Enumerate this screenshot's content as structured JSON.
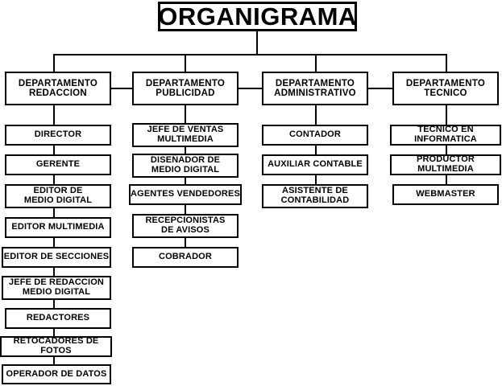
{
  "title": {
    "label": "ORGANIGRAMA"
  },
  "departments": [
    {
      "label": "DEPARTAMENTO\nREDACCION"
    },
    {
      "label": "DEPARTAMENTO\nPUBLICIDAD"
    },
    {
      "label": "DEPARTAMENTO\nADMINISTRATIVO"
    },
    {
      "label": "DEPARTAMENTO\nTECNICO"
    }
  ],
  "columns": [
    {
      "department": "DEPARTAMENTO REDACCION",
      "roles": [
        {
          "label": "DIRECTOR"
        },
        {
          "label": "GERENTE"
        },
        {
          "label": "EDITOR DE\nMEDIO DIGITAL"
        },
        {
          "label": "EDITOR MULTIMEDIA"
        },
        {
          "label": "EDITOR DE SECCIONES"
        },
        {
          "label": "JEFE DE REDACCION\nMEDIO DIGITAL"
        },
        {
          "label": "REDACTORES"
        },
        {
          "label": "RETOCADORES DE FOTOS"
        },
        {
          "label": "OPERADOR DE DATOS"
        }
      ]
    },
    {
      "department": "DEPARTAMENTO PUBLICIDAD",
      "roles": [
        {
          "label": "JEFE DE VENTAS\nMULTIMEDIA"
        },
        {
          "label": "DISEÑADOR DE\nMEDIO DIGITAL"
        },
        {
          "label": "AGENTES VENDEDORES"
        },
        {
          "label": "RECEPCIONISTAS\nDE AVISOS"
        },
        {
          "label": "COBRADOR"
        }
      ]
    },
    {
      "department": "DEPARTAMENTO ADMINISTRATIVO",
      "roles": [
        {
          "label": "CONTADOR"
        },
        {
          "label": "AUXILIAR CONTABLE"
        },
        {
          "label": "ASISTENTE DE\nCONTABILIDAD"
        }
      ]
    },
    {
      "department": "DEPARTAMENTO TECNICO",
      "roles": [
        {
          "label": "TECNICO EN INFORMATICA"
        },
        {
          "label": "PRODUCTOR MULTIMEDIA"
        },
        {
          "label": "WEBMASTER"
        }
      ]
    }
  ],
  "colors": {
    "background": "#ffffff",
    "line": "#000000",
    "text": "#000000",
    "box_fill": "#ffffff"
  }
}
